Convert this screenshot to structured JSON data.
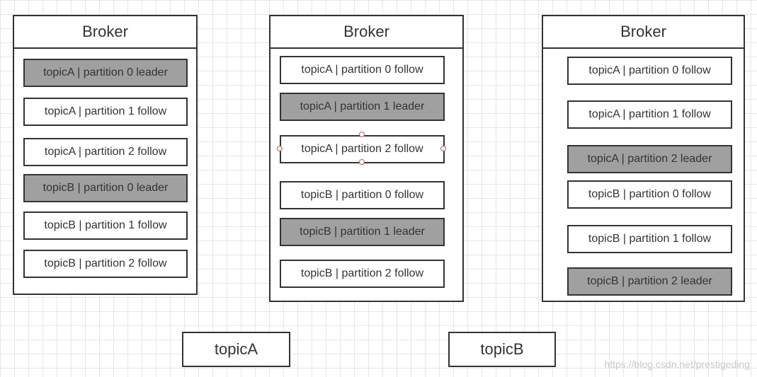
{
  "brokers": [
    {
      "title": "Broker",
      "partitions": [
        {
          "label": "topicA | partition 0 leader",
          "role": "leader"
        },
        {
          "label": "topicA | partition 1 follow",
          "role": "follow"
        },
        {
          "label": "topicA | partition 2 follow",
          "role": "follow"
        },
        {
          "label": "topicB | partition 0 leader",
          "role": "leader"
        },
        {
          "label": "topicB | partition 1 follow",
          "role": "follow"
        },
        {
          "label": "topicB | partition 2 follow",
          "role": "follow"
        }
      ]
    },
    {
      "title": "Broker",
      "partitions": [
        {
          "label": "topicA | partition 0 follow",
          "role": "follow"
        },
        {
          "label": "topicA | partition 1 leader",
          "role": "leader"
        },
        {
          "label": "topicA | partition 2 follow",
          "role": "follow",
          "selected": true
        },
        {
          "label": "topicB | partition 0 follow",
          "role": "follow"
        },
        {
          "label": "topicB | partition 1 leader",
          "role": "leader"
        },
        {
          "label": "topicB | partition 2 follow",
          "role": "follow"
        }
      ]
    },
    {
      "title": "Broker",
      "partitions": [
        {
          "label": "topicA | partition 0 follow",
          "role": "follow"
        },
        {
          "label": "topicA | partition 1 follow",
          "role": "follow"
        },
        {
          "label": "topicA | partition 2 leader",
          "role": "leader"
        },
        {
          "label": "topicB | partition 0 follow",
          "role": "follow"
        },
        {
          "label": "topicB | partition 1 follow",
          "role": "follow"
        },
        {
          "label": "topicB | partition 2 leader",
          "role": "leader"
        }
      ]
    }
  ],
  "topics": [
    {
      "label": "topicA"
    },
    {
      "label": "topicB"
    }
  ],
  "watermark": "https://blog.csdn.net/prestigeding",
  "colors": {
    "leader_fill": "#a0a0a0",
    "follow_fill": "#ffffff",
    "stroke": "#333333",
    "grid": "#e6e6e6"
  }
}
